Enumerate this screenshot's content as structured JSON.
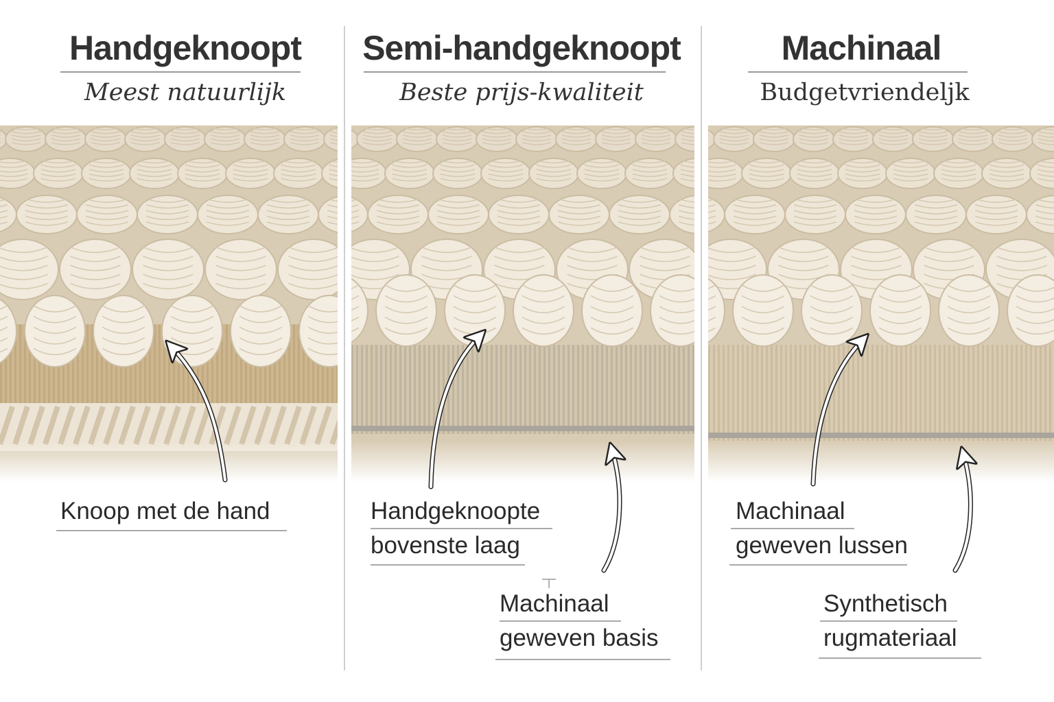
{
  "columns": [
    {
      "title": "Handgeknoopt",
      "subtitle": "Meest natuurlijk",
      "labels": [
        {
          "lines": [
            "Knoop met de hand"
          ]
        }
      ]
    },
    {
      "title": "Semi-handgeknoopt",
      "subtitle": "Beste prijs-kwaliteit",
      "labels": [
        {
          "lines": [
            "Handgeknoopte",
            "bovenste laag"
          ]
        },
        {
          "lines": [
            "Machinaal",
            "geweven basis"
          ]
        }
      ]
    },
    {
      "title": "Machinaal",
      "subtitle": "Budgetvriendeljk",
      "labels": [
        {
          "lines": [
            "Machinaal",
            "geweven lussen"
          ]
        },
        {
          "lines": [
            "Synthetisch",
            "rugmateriaal"
          ]
        }
      ]
    }
  ],
  "colors": {
    "wool": "#e8dfcf",
    "jute": "#c9b48f",
    "text": "#2e2e2e"
  }
}
